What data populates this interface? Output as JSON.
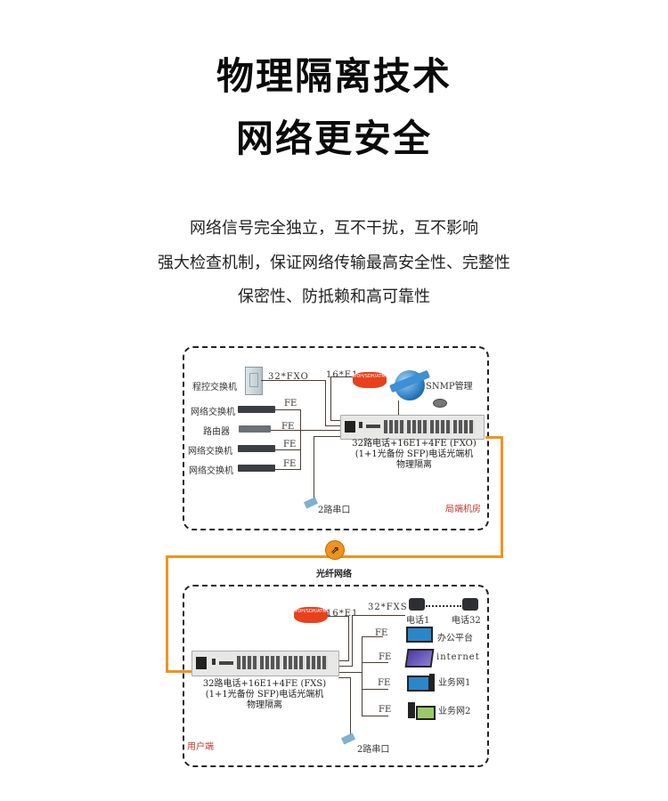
{
  "header": {
    "title_line1": "物理隔离技术",
    "title_line2": "网络更安全"
  },
  "description": {
    "line1": "网络信号完全独立，互不干扰，互不影响",
    "line2": "强大检查机制，保证网络传输最高安全性、完整性",
    "line3": "保密性、防抵赖和高可靠性"
  },
  "central_office": {
    "room_label": "局端机房",
    "pbx_label": "程控交换机",
    "pbx_link": "32*FXO",
    "e1_link": "16*E1",
    "cloud_label": "PDH/SDH/ATM",
    "snmp_label": "SNMP管理",
    "devices": [
      {
        "label": "网络交换机",
        "link": "FE"
      },
      {
        "label": "路由器",
        "link": "FE"
      },
      {
        "label": "网络交换机",
        "link": "FE"
      },
      {
        "label": "网络交换机",
        "link": "FE"
      }
    ],
    "unit_caption_1": "32路电话+16E1+4FE (FXO)",
    "unit_caption_2": "(1+1光备份 SFP)电话光端机",
    "unit_caption_3": "物理隔离",
    "serial_label": "2路串口"
  },
  "fiber": {
    "label": "光纤网络",
    "color": "#f0931e"
  },
  "user_side": {
    "room_label": "用户端",
    "e1_link": "16*E1",
    "cloud_label": "PDH/SDH/ATM",
    "fxs_link": "32*FXS",
    "phone1_label": "电话1",
    "phone32_label": "电话32",
    "endpoints": [
      {
        "label": "办公平台",
        "link": "FE"
      },
      {
        "label": "internet",
        "link": "FE"
      },
      {
        "label": "业务网1",
        "link": "FE"
      },
      {
        "label": "业务网2",
        "link": "FE"
      }
    ],
    "unit_caption_1": "32路电话+16E1+4FE (FXS)",
    "unit_caption_2": "(1+1光备份 SFP)电话光端机",
    "unit_caption_3": "物理隔离",
    "serial_label": "2路串口"
  }
}
